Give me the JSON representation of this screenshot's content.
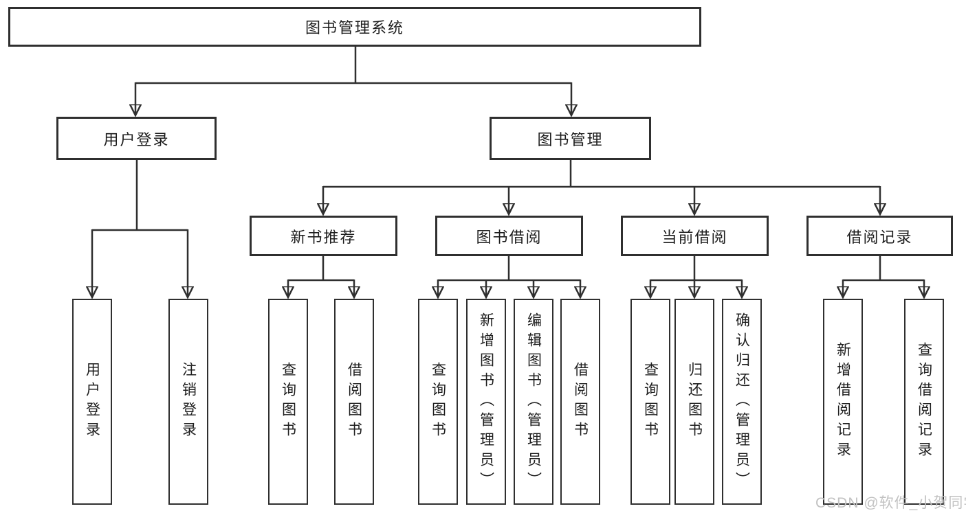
{
  "diagram": {
    "tree": {
      "label": "图书管理系统",
      "children": [
        {
          "label": "用户登录",
          "children": [
            {
              "label": "用户登录"
            },
            {
              "label": "注销登录"
            }
          ]
        },
        {
          "label": "图书管理",
          "children": [
            {
              "label": "新书推荐",
              "children": [
                {
                  "label": "查询图书"
                },
                {
                  "label": "借阅图书"
                }
              ]
            },
            {
              "label": "图书借阅",
              "children": [
                {
                  "label": "查询图书"
                },
                {
                  "label": "新增图书（管理员）"
                },
                {
                  "label": "编辑图书（管理员）"
                },
                {
                  "label": "借阅图书"
                }
              ]
            },
            {
              "label": "当前借阅",
              "children": [
                {
                  "label": "查询图书"
                },
                {
                  "label": "归还图书"
                },
                {
                  "label": "确认归还（管理员）"
                }
              ]
            },
            {
              "label": "借阅记录",
              "children": [
                {
                  "label": "新增借阅记录"
                },
                {
                  "label": "查询借阅记录"
                }
              ]
            }
          ]
        }
      ]
    },
    "watermark": "CSDN @软件_小贺同学",
    "colors": {
      "line": "#2f2f2f",
      "box_border": "#2f2f2f",
      "text": "#1d1d1d",
      "watermark": "#c2c2c2",
      "background": "#ffffff"
    }
  }
}
